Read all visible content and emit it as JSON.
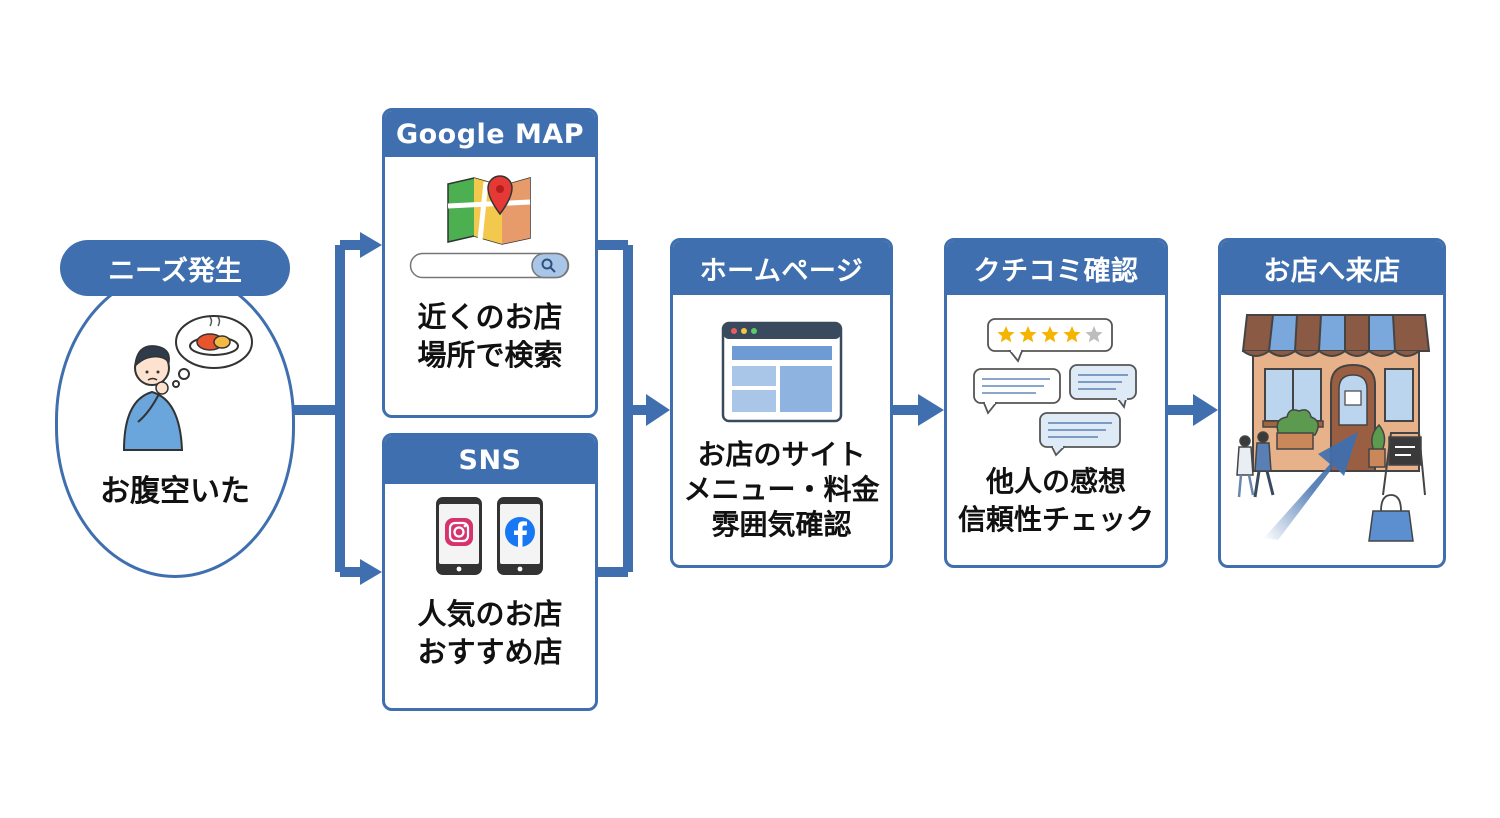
{
  "start": {
    "title": "ニーズ発生",
    "text": "お腹空いた"
  },
  "channels": [
    {
      "title": "Google MAP",
      "lines": [
        "近くのお店",
        "場所で検索"
      ]
    },
    {
      "title": "SNS",
      "lines": [
        "人気のお店",
        "おすすめ店"
      ]
    }
  ],
  "steps": [
    {
      "title": "ホームページ",
      "lines": [
        "お店のサイト",
        "メニュー・料金",
        "雰囲気確認"
      ]
    },
    {
      "title": "クチコミ確認",
      "lines": [
        "他人の感想",
        "信頼性チェック"
      ]
    },
    {
      "title": "お店へ来店",
      "lines": []
    }
  ],
  "review": {
    "rating": 4,
    "max": 5
  },
  "colors": {
    "primary": "#3f6fae",
    "accent": "#5b87c5"
  }
}
